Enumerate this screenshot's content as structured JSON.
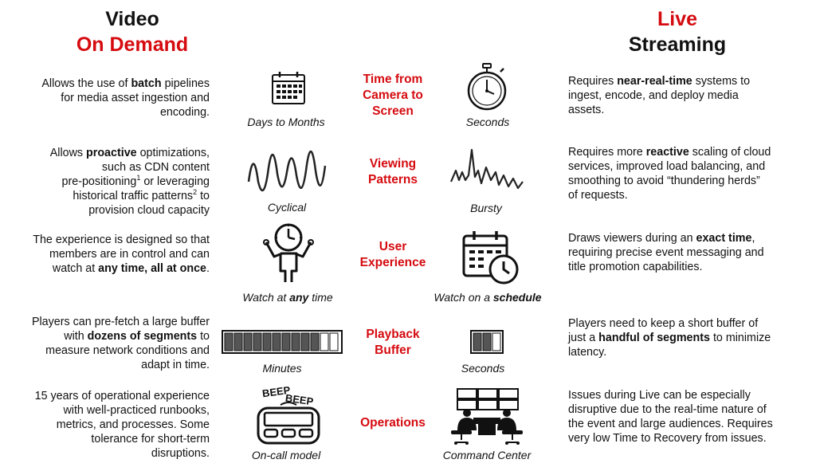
{
  "headers": {
    "vod_line1": "Video",
    "vod_line2": "On Demand",
    "live_line1": "Live",
    "live_line2": "Streaming"
  },
  "rows": [
    {
      "category": [
        "Time from",
        "Camera to",
        "Screen"
      ],
      "left_text": [
        "Allows the use of ",
        "batch",
        " pipelines",
        "for media asset ingestion and",
        "encoding."
      ],
      "right_text": [
        "Requires ",
        "near-real-time",
        " systems to",
        "ingest, encode, and deploy media",
        "assets."
      ],
      "left_icon": "calendar-icon",
      "right_icon": "stopwatch-icon",
      "left_caption": "Days to Months",
      "right_caption": "Seconds"
    },
    {
      "category": [
        "Viewing",
        "Patterns"
      ],
      "left_text": [
        "Allows ",
        "proactive",
        " optimizations,",
        "such as CDN content",
        "pre-positioning",
        "1",
        " or leveraging",
        "historical traffic patterns",
        "2",
        " to",
        "provision cloud capacity"
      ],
      "right_text": [
        "Requires more ",
        "reactive",
        " scaling of cloud",
        "services, improved load balancing, and",
        "smoothing to avoid “thundering herds”",
        "of requests."
      ],
      "left_icon": "cyclical-wave-icon",
      "right_icon": "bursty-wave-icon",
      "left_caption": "Cyclical",
      "right_caption": "Bursty"
    },
    {
      "category": [
        "User",
        "Experience"
      ],
      "left_text": [
        "The experience is designed so that",
        "members are in control and can",
        "watch at ",
        "any time, all at once",
        "."
      ],
      "right_text": [
        "Draws viewers during an ",
        "exact time",
        ",",
        "requiring precise event messaging and",
        "title promotion capabilities."
      ],
      "left_icon": "person-with-clock-icon",
      "right_icon": "calendar-clock-icon",
      "left_caption": [
        "Watch at ",
        "any",
        " time"
      ],
      "right_caption": [
        "Watch on a ",
        "schedule"
      ]
    },
    {
      "category": [
        "Playback",
        "Buffer"
      ],
      "left_text": [
        "Players can pre-fetch a large buffer",
        "with ",
        "dozens of segments",
        " to",
        "measure network conditions and",
        "adapt in time."
      ],
      "right_text": [
        "Players need to keep a short buffer of",
        "just a ",
        "handful of segments",
        " to minimize",
        "latency."
      ],
      "left_icon": "long-buffer-icon",
      "right_icon": "short-buffer-icon",
      "left_caption": "Minutes",
      "right_caption": "Seconds"
    },
    {
      "category": [
        "Operations"
      ],
      "left_text": [
        "15 years of operational experience",
        "with well-practiced runbooks,",
        "metrics, and processes. Some",
        "tolerance for short-term",
        "disruptions."
      ],
      "right_text": [
        "Issues during Live can be especially",
        "disruptive due to the real-time nature of",
        "the event and  large audiences. Requires",
        "very low Time to Recovery from issues."
      ],
      "left_icon": "pager-icon",
      "right_icon": "command-center-icon",
      "left_caption": "On-call model",
      "right_caption": "Command Center",
      "pager_text": [
        "BEEP",
        "BEEP"
      ]
    }
  ],
  "colors": {
    "accent": "#d50b10",
    "text": "#111111"
  }
}
